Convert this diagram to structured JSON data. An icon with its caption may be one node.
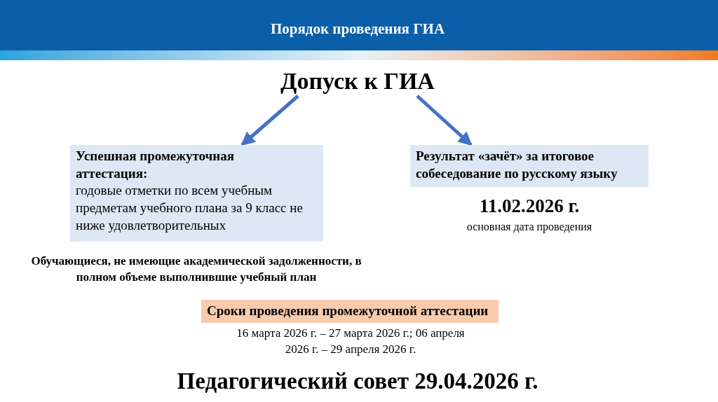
{
  "diagram": {
    "title": "Порядок проведения ГИА",
    "nodes": [
      {
        "text": [
          "Допуск к ГИА"
        ]
      },
      {
        "text": [
          "Успешная промежуточная аттестация:",
          "годовые отметки по всем учебным предметам учебного плана за 9 класс не ниже удовлетворительных"
        ]
      },
      {
        "text": [
          "Результат «зачёт» за итоговое собеседование по русскому языку"
        ],
        "beside": [
          "11.02.2026 г.",
          "основная дата проведения"
        ]
      },
      {
        "text": [
          "Сроки проведения промежуточной аттестации"
        ],
        "beside": [
          "16 марта 2026 г. – 27 марта 2026 г.; 06 апреля 2026 г. – 29 апреля 2026 г."
        ]
      }
    ],
    "edges": [
      {
        "from": 0,
        "to": 1,
        "arrow": "to"
      },
      {
        "from": 0,
        "to": 2,
        "arrow": "to"
      }
    ],
    "labels": [
      "Обучающиеся, не имеющие академической задолженности, в полном объеме выполнившие учебный план",
      "Педагогический совет 29.04.2026 г."
    ]
  }
}
